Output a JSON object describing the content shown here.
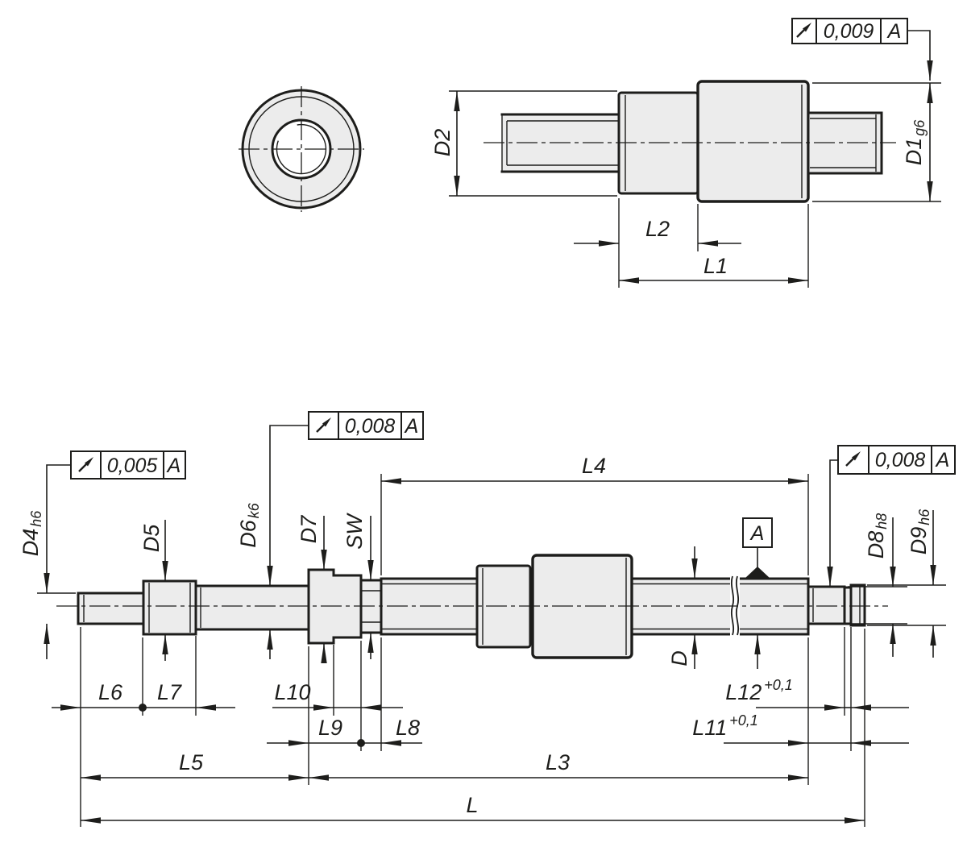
{
  "colors": {
    "line_color": "#1d1d1b",
    "part_fill": "#ececec",
    "background": "#ffffff"
  },
  "frames": {
    "top": {
      "value": "0,009",
      "datum": "A"
    },
    "left": {
      "value": "0,005",
      "datum": "A"
    },
    "mid": {
      "value": "0,008",
      "datum": "A"
    },
    "right": {
      "value": "0,008",
      "datum": "A"
    }
  },
  "datum": {
    "label": "A"
  },
  "top_view": {
    "d2": "D2",
    "d1": "D1",
    "d1_fit": "g6",
    "l2": "L2",
    "l1": "L1"
  },
  "bottom_view": {
    "d4": "D4",
    "d4_fit": "h6",
    "d5": "D5",
    "d6": "D6",
    "d6_fit": "k6",
    "d7": "D7",
    "sw": "SW",
    "d": "D",
    "d8": "D8",
    "d8_fit": "h8",
    "d9": "D9",
    "d9_fit": "h6",
    "l6": "L6",
    "l7": "L7",
    "l10": "L10",
    "l9": "L9",
    "l8": "L8",
    "l12": "L12",
    "l12_tol": "+0,1",
    "l11": "L11",
    "l11_tol": "+0,1",
    "l5": "L5",
    "l4": "L4",
    "l3": "L3",
    "l": "L"
  }
}
